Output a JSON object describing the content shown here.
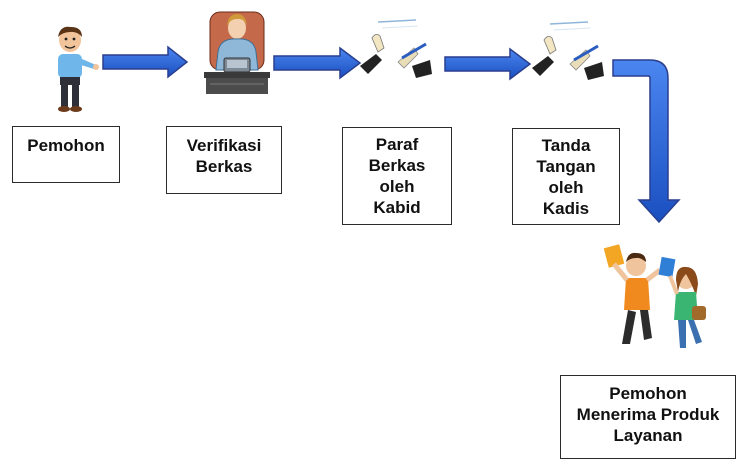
{
  "flow": {
    "steps": [
      {
        "label_lines": [
          "Pemohon"
        ]
      },
      {
        "label_lines": [
          "Verifikasi",
          "Berkas"
        ]
      },
      {
        "label_lines": [
          "Paraf",
          "Berkas",
          "oleh",
          "Kabid"
        ]
      },
      {
        "label_lines": [
          "Tanda",
          "Tangan",
          "oleh",
          "Kadis"
        ]
      },
      {
        "label_lines": [
          "Pemohon",
          "Menerima Produk",
          "Layanan"
        ]
      }
    ]
  },
  "colors": {
    "arrow_fill": "#1f5fd6",
    "arrow_stroke": "#2a3f8f",
    "box_border": "#2b2b2b"
  },
  "icons": [
    "man-icon",
    "typist-icon",
    "signing-hand-icon",
    "signing-hand-icon",
    "happy-students-icon"
  ]
}
